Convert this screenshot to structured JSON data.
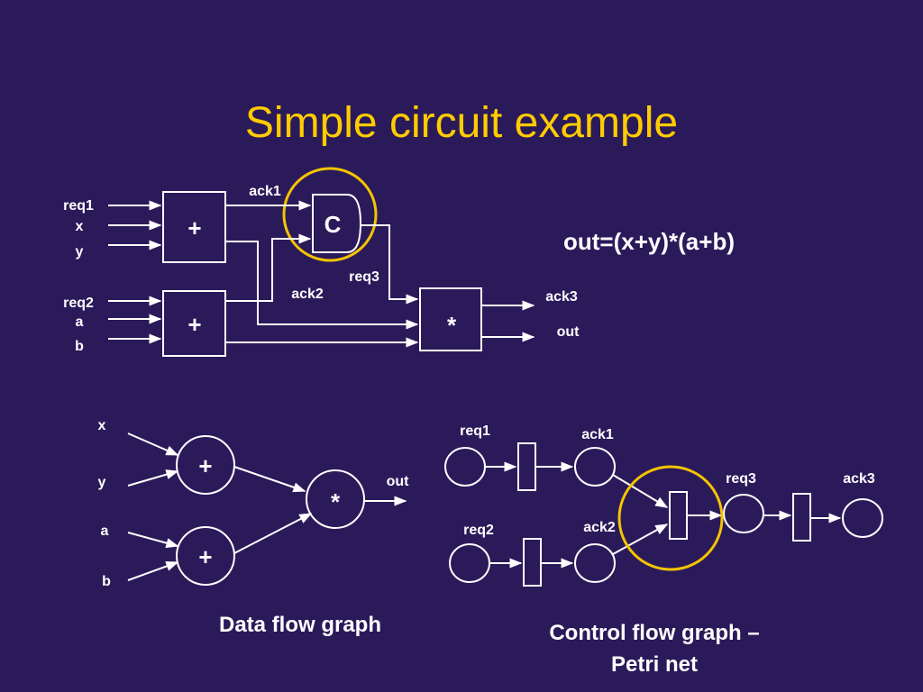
{
  "title": "Simple circuit example",
  "colors": {
    "background": "#2b1a5a",
    "title": "#ffcc00",
    "foreground": "#ffffff",
    "highlight": "#f5c400"
  },
  "circuit": {
    "inputs": [
      "req1",
      "x",
      "y",
      "req2",
      "a",
      "b"
    ],
    "adder_top": "+",
    "adder_bottom": "+",
    "c_element": "C",
    "multiplier": "*",
    "ack1": "ack1",
    "ack2": "ack2",
    "req3": "req3",
    "ack3": "ack3",
    "out": "out"
  },
  "equation": "out=(x+y)*(a+b)",
  "dataflow": {
    "inputs": [
      "x",
      "y",
      "a",
      "b"
    ],
    "node_plus_top": "+",
    "node_plus_bottom": "+",
    "node_mult": "*",
    "output": "out",
    "caption": "Data flow graph"
  },
  "petri": {
    "places": [
      "req1",
      "ack1",
      "req2",
      "ack2",
      "req3",
      "ack3"
    ],
    "caption_line1": "Control flow graph –",
    "caption_line2": "Petri net"
  }
}
